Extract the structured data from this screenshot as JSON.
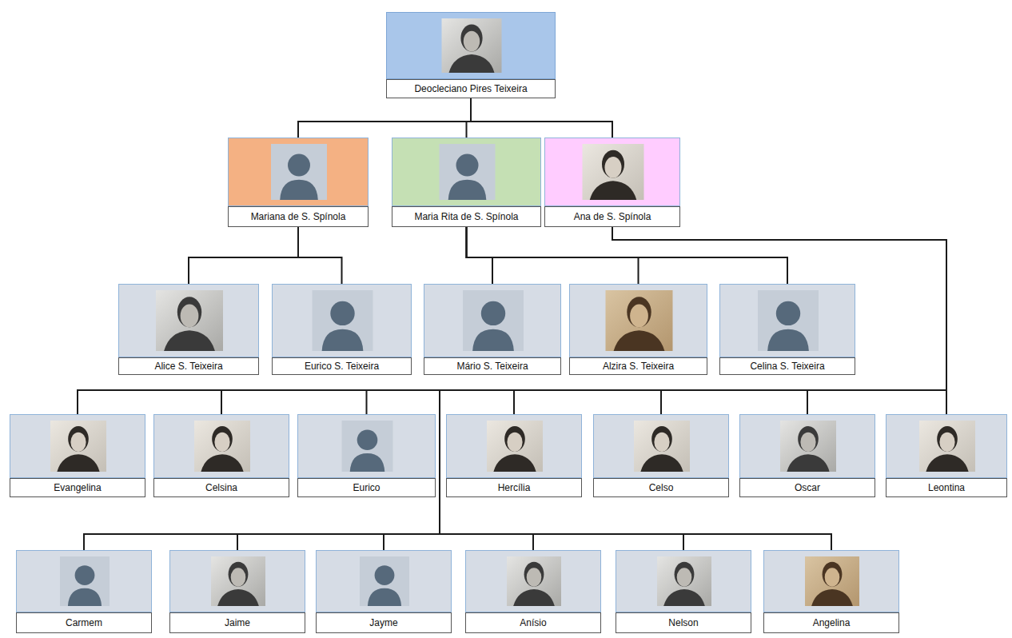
{
  "diagram": {
    "nodes": [
      {
        "text": [
          "Deocleciano Pires Teixeira"
        ]
      },
      {
        "text": [
          "Mariana de S. Spínola"
        ]
      },
      {
        "text": [
          "Maria Rita de S. Spínola"
        ]
      },
      {
        "text": [
          "Ana de S. Spínola"
        ]
      },
      {
        "text": [
          "Alice S. Teixeira"
        ]
      },
      {
        "text": [
          "Eurico S. Teixeira"
        ]
      },
      {
        "text": [
          "Mário S. Teixeira"
        ]
      },
      {
        "text": [
          "Alzira S. Teixeira"
        ]
      },
      {
        "text": [
          "Celina S. Teixeira"
        ]
      },
      {
        "text": [
          "Evangelina"
        ]
      },
      {
        "text": [
          "Celsina"
        ]
      },
      {
        "text": [
          "Eurico"
        ]
      },
      {
        "text": [
          "Hercília"
        ]
      },
      {
        "text": [
          "Celso"
        ]
      },
      {
        "text": [
          "Oscar"
        ]
      },
      {
        "text": [
          "Leontina"
        ]
      },
      {
        "text": [
          "Carmem"
        ]
      },
      {
        "text": [
          "Jaime"
        ]
      },
      {
        "text": [
          "Jayme"
        ]
      },
      {
        "text": [
          "Anísio"
        ]
      },
      {
        "text": [
          "Nelson"
        ]
      },
      {
        "text": [
          "Angelina"
        ]
      }
    ],
    "edges": [
      {
        "from": 0,
        "to": 1,
        "arrow": "none"
      },
      {
        "from": 0,
        "to": 2,
        "arrow": "none"
      },
      {
        "from": 0,
        "to": 3,
        "arrow": "none"
      },
      {
        "from": 1,
        "to": 4,
        "arrow": "none"
      },
      {
        "from": 1,
        "to": 5,
        "arrow": "none"
      },
      {
        "from": 2,
        "to": 6,
        "arrow": "none"
      },
      {
        "from": 2,
        "to": 7,
        "arrow": "none"
      },
      {
        "from": 2,
        "to": 8,
        "arrow": "none"
      },
      {
        "from": 3,
        "to": 9,
        "arrow": "none"
      },
      {
        "from": 3,
        "to": 10,
        "arrow": "none"
      },
      {
        "from": 3,
        "to": 11,
        "arrow": "none"
      },
      {
        "from": 3,
        "to": 12,
        "arrow": "none"
      },
      {
        "from": 3,
        "to": 13,
        "arrow": "none"
      },
      {
        "from": 3,
        "to": 14,
        "arrow": "none"
      },
      {
        "from": 3,
        "to": 15,
        "arrow": "none"
      },
      {
        "from": 3,
        "to": 16,
        "arrow": "none"
      },
      {
        "from": 3,
        "to": 17,
        "arrow": "none"
      },
      {
        "from": 3,
        "to": 18,
        "arrow": "none"
      },
      {
        "from": 3,
        "to": 19,
        "arrow": "none"
      },
      {
        "from": 3,
        "to": 20,
        "arrow": "none"
      },
      {
        "from": 3,
        "to": 21,
        "arrow": "none"
      }
    ]
  }
}
